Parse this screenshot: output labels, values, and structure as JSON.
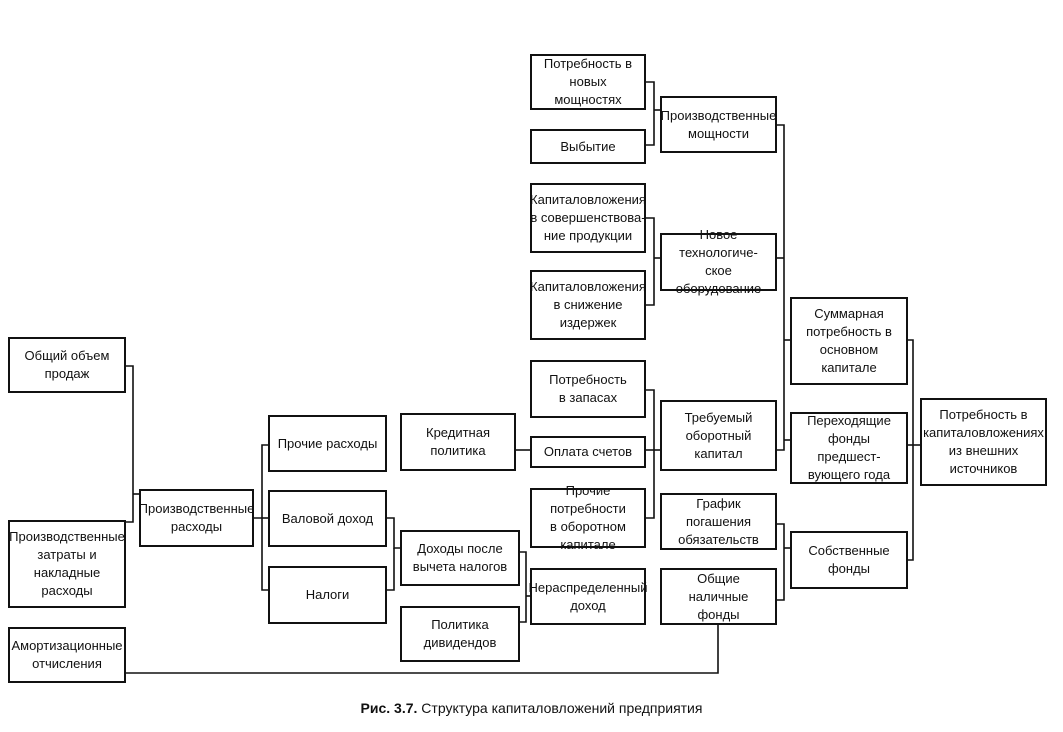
{
  "nodes": {
    "total_sales": "Общий объем\nпродаж",
    "prod_costs_overhead": "Производственные\nзатраты и\nнакладные\nрасходы",
    "depreciation": "Амортизационные\nотчисления",
    "prod_expenses": "Производственные\nрасходы",
    "other_expenses": "Прочие расходы",
    "gross_income": "Валовой доход",
    "taxes": "Налоги",
    "credit_policy": "Кредитная\nполитика",
    "income_after_tax": "Доходы после\nвычета налогов",
    "dividend_policy": "Политика\nдивидендов",
    "new_capacity_need": "Потребность в\nновых мощностях",
    "retirement": "Выбытие",
    "invest_product_improvement": "Капиталовложения\nв совершенствова-\nние продукции",
    "invest_cost_reduction": "Капиталовложения\nв снижение\nиздержек",
    "inventory_need": "Потребность\nв запасах",
    "bill_payment": "Оплата счетов",
    "other_working_capital": "Прочие потребности\nв оборотном\nкапитале",
    "retained_earnings": "Нераспределенный\nдоход",
    "production_capacity": "Производственные\nмощности",
    "new_tech_equipment": "Новое технологиче-\nское оборудование",
    "required_working_capital": "Требуемый\nоборотный\nкапитал",
    "liability_schedule": "График погашения\nобязательств",
    "total_cash": "Общие наличные\nфонды",
    "total_fixed_capital_need": "Суммарная\nпотребность в\nосновном\nкапитале",
    "carryover_funds": "Переходящие\nфонды предшест-\nвующего года",
    "own_funds": "Собственные\nфонды",
    "external_investment_need": "Потребность в\nкапиталовложениях\nиз внешних\nисточников"
  },
  "caption": {
    "number": "Рис. 3.7.",
    "text": "Структура капиталовложений предприятия"
  }
}
